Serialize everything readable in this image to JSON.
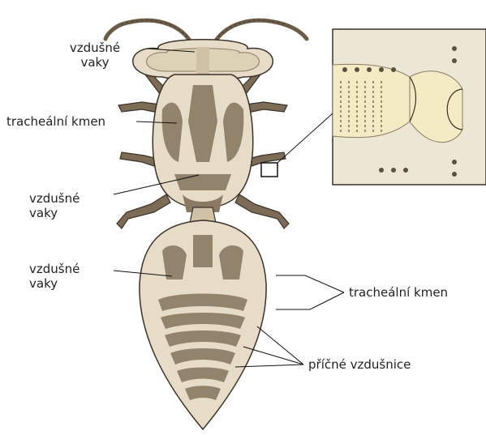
{
  "colors": {
    "body_light": "#e6dcc7",
    "body_mid": "#cfc2a6",
    "body_dark": "#8a7a63",
    "outline": "#3b3128",
    "leg": "#7c6b55",
    "leg_dark": "#5e5040",
    "inset_bg": "#ece6d4",
    "inset_yellow": "#f2ebc4"
  },
  "labels": {
    "air_sacs_head_l1": "vzdušné",
    "air_sacs_head_l2": "vaky",
    "trachea_thorax": "tracheální kmen",
    "air_sacs_thorax_l1": "vzdušné",
    "air_sacs_thorax_l2": "vaky",
    "air_sacs_abdomen_l1": "vzdušné",
    "air_sacs_abdomen_l2": "vaky",
    "trachea_abdomen": "tracheální kmen",
    "transverse": "příčné vzdušnice"
  },
  "icons": {
    "insect": "insect-illustration-icon",
    "inset": "spiracle-detail-icon"
  }
}
